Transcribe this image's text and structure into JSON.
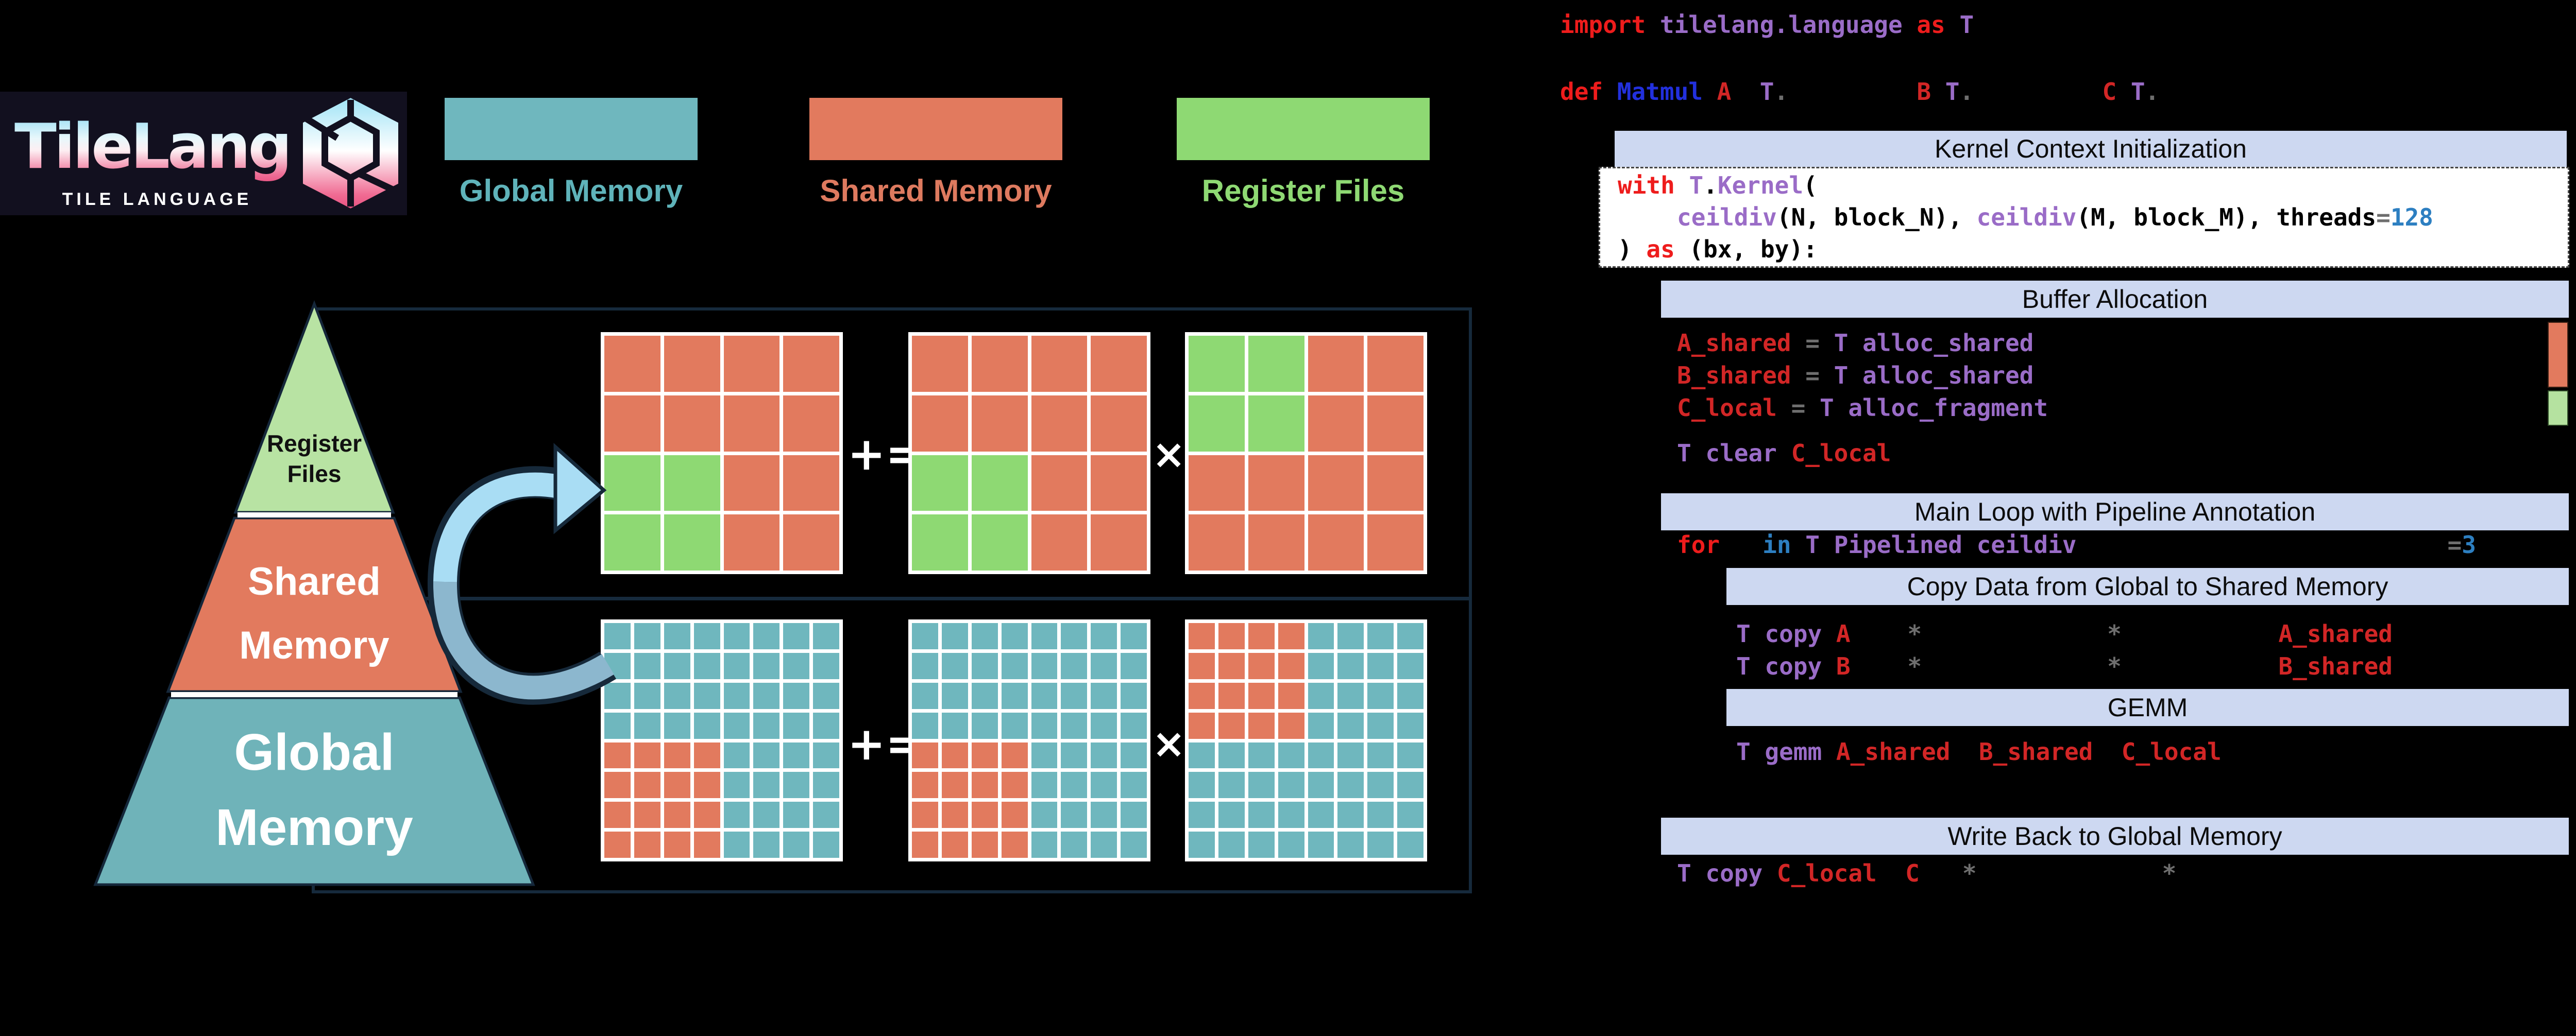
{
  "colors": {
    "salmon": "#e27a5e",
    "teal": "#6fb7be",
    "green": "#8ed973",
    "light_green": "#b8e3a3",
    "band": "#cdd8f1",
    "navy": "#16293c",
    "arrow_light": "#a9ddf4",
    "arrow_dark": "#8cb7ce",
    "logo_bg": "#12101f"
  },
  "logo": {
    "title": "TileLang",
    "subtitle": "TILE LANGUAGE"
  },
  "legend": {
    "items": [
      {
        "label": "Global Memory",
        "swatch": "#6fb7be",
        "text_color": "#5fb3ba"
      },
      {
        "label": "Shared Memory",
        "swatch": "#e27a5e",
        "text_color": "#de7a5f"
      },
      {
        "label": "Register Files",
        "swatch": "#8ed973",
        "text_color": "#8ed973"
      }
    ]
  },
  "pyramid": {
    "layers": [
      {
        "label": "Register\nFiles",
        "color": "#b8e3a3"
      },
      {
        "label": "Shared\nMemory",
        "color": "#e27a5e"
      },
      {
        "label": "Global\nMemory",
        "color": "#6fb3b9"
      }
    ]
  },
  "matrix_diagram": {
    "operators": {
      "plus_equals": "+=",
      "times": "×"
    },
    "panels": [
      {
        "name": "register-tile-panel",
        "grid_size": 4,
        "grids": [
          [
            "SSSS",
            "SSSS",
            "GGSS",
            "GGSS"
          ],
          [
            "SSSS",
            "SSSS",
            "GGSS",
            "GGSS"
          ],
          [
            "GGSS",
            "GGSS",
            "SSSS",
            "SSSS"
          ]
        ]
      },
      {
        "name": "global-tile-panel",
        "grid_size": 8,
        "grids": [
          [
            "TTTTTTTT",
            "TTTTTTTT",
            "TTTTTTTT",
            "TTTTTTTT",
            "SSSSTTTT",
            "SSSSTTTT",
            "SSSSTTTT",
            "SSSSTTTT"
          ],
          [
            "TTTTTTTT",
            "TTTTTTTT",
            "TTTTTTTT",
            "TTTTTTTT",
            "SSSSTTTT",
            "SSSSTTTT",
            "SSSSTTTT",
            "SSSSTTTT"
          ],
          [
            "SSSSTTTT",
            "SSSSTTTT",
            "SSSSTTTT",
            "SSSSTTTT",
            "TTTTTTTT",
            "TTTTTTTT",
            "TTTTTTTT",
            "TTTTTTTT"
          ]
        ]
      }
    ]
  },
  "code": {
    "bands": {
      "kernel": "Kernel Context Initialization",
      "buffer": "Buffer Allocation",
      "main_loop": "Main Loop with Pipeline Annotation",
      "copy": "Copy Data from Global to Shared Memory",
      "gemm": "GEMM",
      "write_back": "Write Back to Global Memory"
    },
    "lines": {
      "import": [
        [
          0,
          "import",
          "kw"
        ],
        [
          1,
          "tilelang.language",
          "purple"
        ],
        [
          1,
          "as",
          "kw"
        ],
        [
          1,
          "T",
          "purple"
        ]
      ],
      "def": [
        [
          0,
          "def",
          "kw"
        ],
        [
          1,
          "Matmul",
          "blue"
        ],
        [
          1,
          "A",
          "var"
        ],
        [
          2,
          "T",
          "purple"
        ],
        [
          0,
          ".",
          "gray"
        ],
        [
          9,
          "B",
          "var"
        ],
        [
          1,
          "T",
          "purple"
        ],
        [
          0,
          ".",
          "gray"
        ],
        [
          9,
          "C",
          "var"
        ],
        [
          1,
          "T",
          "purple"
        ],
        [
          0,
          ".",
          "gray"
        ]
      ],
      "with": [
        [
          0,
          "with",
          "kw"
        ],
        [
          1,
          "T",
          "purple"
        ],
        [
          0,
          ".",
          "black"
        ],
        [
          0,
          "Kernel",
          "purple"
        ],
        [
          0,
          "(",
          "black"
        ]
      ],
      "ceildiv": [
        [
          0,
          "ceildiv",
          "purple"
        ],
        [
          0,
          "(N, block_N),",
          "black"
        ],
        [
          1,
          "ceildiv",
          "purple"
        ],
        [
          0,
          "(M, block_M),",
          "black"
        ],
        [
          1,
          "threads",
          "black"
        ],
        [
          0,
          "=",
          "gray"
        ],
        [
          0,
          "128",
          "steel"
        ]
      ],
      "as": [
        [
          0,
          ")",
          "black"
        ],
        [
          1,
          "as",
          "kw"
        ],
        [
          1,
          "(bx, by):",
          "black"
        ]
      ],
      "a_shared": [
        [
          0,
          "A_shared",
          "var"
        ],
        [
          1,
          "=",
          "gray"
        ],
        [
          1,
          "T",
          "purple"
        ],
        [
          0,
          ".",
          "black"
        ],
        [
          0,
          "alloc_shared",
          "purple"
        ]
      ],
      "b_shared": [
        [
          0,
          "B_shared",
          "var"
        ],
        [
          1,
          "=",
          "gray"
        ],
        [
          1,
          "T",
          "purple"
        ],
        [
          0,
          ".",
          "black"
        ],
        [
          0,
          "alloc_shared",
          "purple"
        ]
      ],
      "c_local": [
        [
          0,
          "C_local",
          "var"
        ],
        [
          1,
          "=",
          "gray"
        ],
        [
          1,
          "T",
          "purple"
        ],
        [
          0,
          ".",
          "black"
        ],
        [
          0,
          "alloc_fragment",
          "purple"
        ]
      ],
      "t_clear": [
        [
          0,
          "T",
          "purple"
        ],
        [
          0,
          ".",
          "black"
        ],
        [
          0,
          "clear",
          "purple"
        ],
        [
          1,
          "C_local",
          "var"
        ]
      ],
      "for": [
        [
          0,
          "for",
          "kw"
        ],
        [
          3,
          "in",
          "steel"
        ],
        [
          1,
          "T",
          "purple"
        ],
        [
          0,
          ".",
          "black"
        ],
        [
          0,
          "Pipelined",
          "purple"
        ],
        [
          1,
          "ceildiv",
          "purple"
        ],
        [
          26,
          "=",
          "gray"
        ],
        [
          0,
          "3",
          "steel"
        ]
      ],
      "copy_a": [
        [
          0,
          "T",
          "purple"
        ],
        [
          0,
          ".",
          "black"
        ],
        [
          0,
          "copy",
          "purple"
        ],
        [
          1,
          "A",
          "var"
        ],
        [
          4,
          "*",
          "gray"
        ],
        [
          13,
          "*",
          "gray"
        ],
        [
          11,
          "A_shared",
          "var"
        ]
      ],
      "copy_b": [
        [
          0,
          "T",
          "purple"
        ],
        [
          0,
          ".",
          "black"
        ],
        [
          0,
          "copy",
          "purple"
        ],
        [
          1,
          "B",
          "var"
        ],
        [
          4,
          "*",
          "gray"
        ],
        [
          13,
          "*",
          "gray"
        ],
        [
          11,
          "B_shared",
          "var"
        ]
      ],
      "t_gemm": [
        [
          0,
          "T",
          "purple"
        ],
        [
          0,
          ".",
          "black"
        ],
        [
          0,
          "gemm",
          "purple"
        ],
        [
          1,
          "A_shared",
          "var"
        ],
        [
          2,
          "B_shared",
          "var"
        ],
        [
          2,
          "C_local",
          "var"
        ]
      ],
      "copy_c": [
        [
          0,
          "T",
          "purple"
        ],
        [
          0,
          ".",
          "black"
        ],
        [
          0,
          "copy",
          "purple"
        ],
        [
          1,
          "C_local",
          "var"
        ],
        [
          2,
          "C",
          "var"
        ],
        [
          3,
          "*",
          "gray"
        ],
        [
          13,
          "*",
          "gray"
        ]
      ]
    }
  }
}
